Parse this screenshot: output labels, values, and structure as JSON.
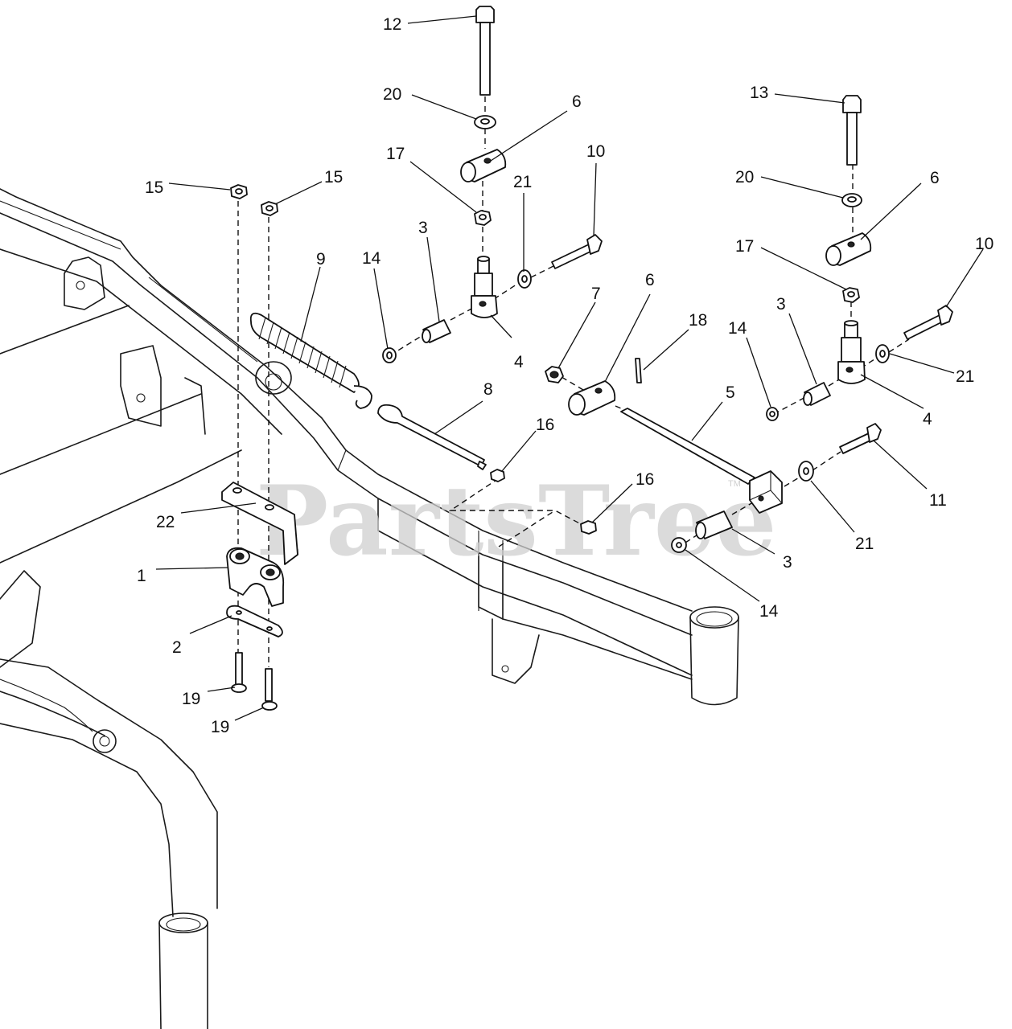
{
  "watermark": {
    "text": "PartsTree",
    "trademark": "TM"
  },
  "callouts": [
    {
      "id": "c12a",
      "label": "12"
    },
    {
      "id": "c20a",
      "label": "20"
    },
    {
      "id": "c6a",
      "label": "6"
    },
    {
      "id": "c17a",
      "label": "17"
    },
    {
      "id": "c21a",
      "label": "21"
    },
    {
      "id": "c10a",
      "label": "10"
    },
    {
      "id": "c15a",
      "label": "15"
    },
    {
      "id": "c15b",
      "label": "15"
    },
    {
      "id": "c9",
      "label": "9"
    },
    {
      "id": "c14a",
      "label": "14"
    },
    {
      "id": "c3a",
      "label": "3"
    },
    {
      "id": "c4a",
      "label": "4"
    },
    {
      "id": "c13",
      "label": "13"
    },
    {
      "id": "c20b",
      "label": "20"
    },
    {
      "id": "c6b",
      "label": "6"
    },
    {
      "id": "c17b",
      "label": "17"
    },
    {
      "id": "c10b",
      "label": "10"
    },
    {
      "id": "c7",
      "label": "7"
    },
    {
      "id": "c6c",
      "label": "6"
    },
    {
      "id": "c18",
      "label": "18"
    },
    {
      "id": "c14b",
      "label": "14"
    },
    {
      "id": "c3b",
      "label": "3"
    },
    {
      "id": "c21b",
      "label": "21"
    },
    {
      "id": "c4b",
      "label": "4"
    },
    {
      "id": "c8",
      "label": "8"
    },
    {
      "id": "c5",
      "label": "5"
    },
    {
      "id": "c16a",
      "label": "16"
    },
    {
      "id": "c16b",
      "label": "16"
    },
    {
      "id": "c11",
      "label": "11"
    },
    {
      "id": "c21c",
      "label": "21"
    },
    {
      "id": "c22",
      "label": "22"
    },
    {
      "id": "c3c",
      "label": "3"
    },
    {
      "id": "c14c",
      "label": "14"
    },
    {
      "id": "c1",
      "label": "1"
    },
    {
      "id": "c2",
      "label": "2"
    },
    {
      "id": "c19a",
      "label": "19"
    },
    {
      "id": "c19b",
      "label": "19"
    }
  ]
}
